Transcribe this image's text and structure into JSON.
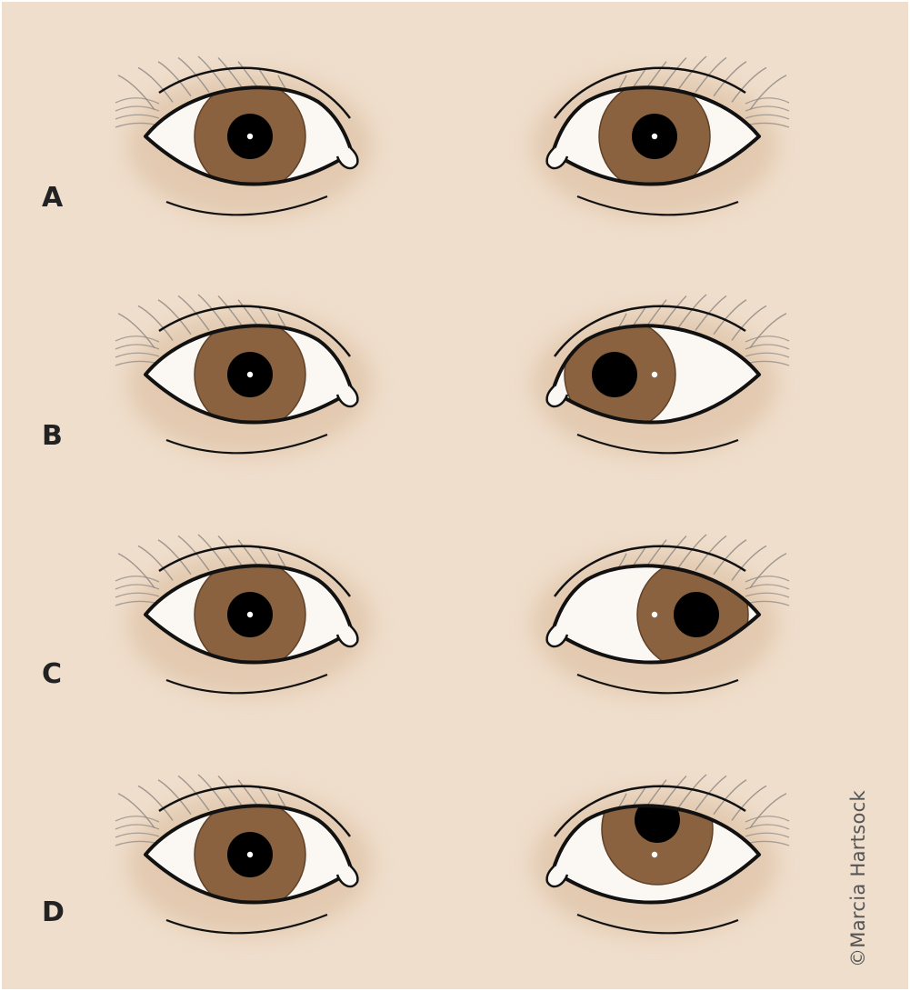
{
  "rows": [
    {
      "label": "A",
      "left_gaze": "center",
      "right_gaze": "center"
    },
    {
      "label": "B",
      "left_gaze": "center",
      "right_gaze": "inward"
    },
    {
      "label": "C",
      "left_gaze": "center",
      "right_gaze": "outward"
    },
    {
      "label": "D",
      "left_gaze": "center",
      "right_gaze": "up"
    }
  ],
  "credit": "©Marcia Hartsock",
  "colors": {
    "background": "#efdecc",
    "iris": "#8b6240",
    "pupil": "#000000",
    "sclera": "#fbf8f4",
    "outline": "#111111",
    "lash": "#8a8580"
  }
}
